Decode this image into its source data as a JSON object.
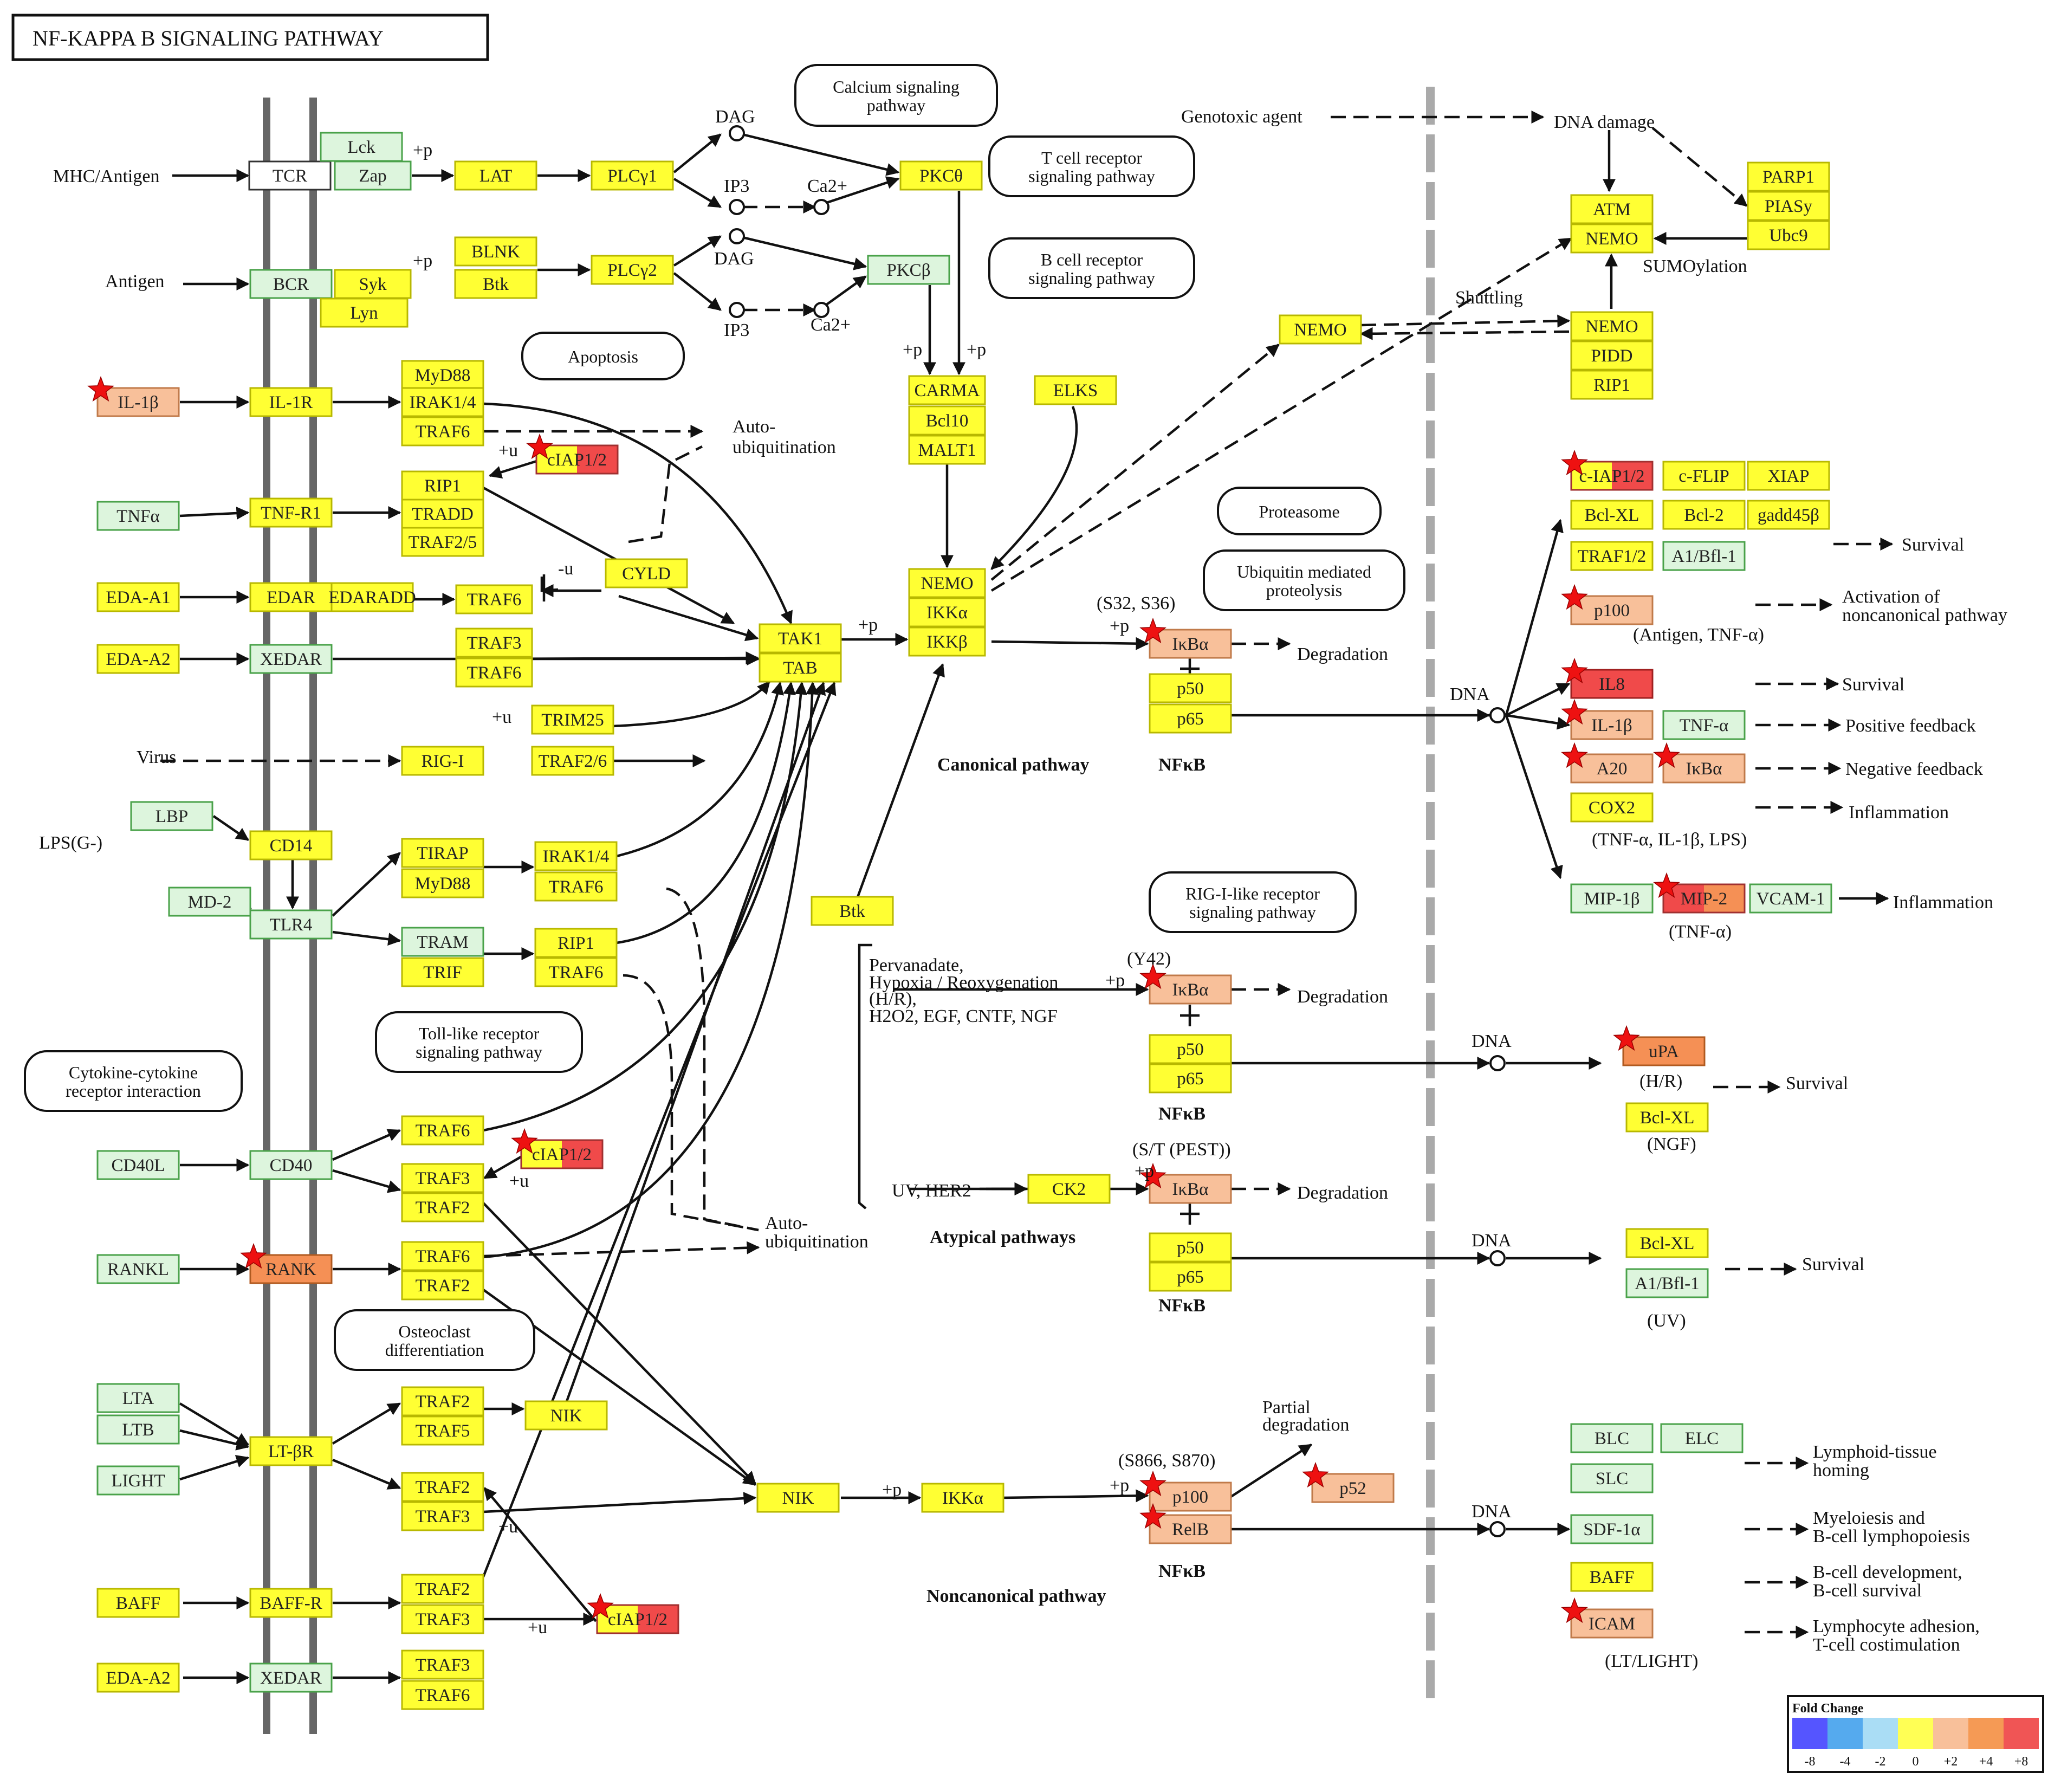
{
  "title": "NF-KAPPA B  SIGNALING PATHWAY",
  "colors": {
    "yellow": "#ffff33",
    "yellow_border": "#b8b800",
    "green": "#ddf5dd",
    "green_border": "#4aa24a",
    "light_orange": "#f8c09a",
    "orange": "#f59055",
    "red": "#f04a4a",
    "white": "#ffffff",
    "star": "#ee1111",
    "membrane": "#666666",
    "nuclear_membrane": "#aaaaaa"
  },
  "legend": {
    "title": "Fold Change",
    "ticks": [
      "-8",
      "-4",
      "-2",
      "0",
      "+2",
      "+4",
      "+8"
    ],
    "colors": [
      "#5555ff",
      "#55aaee",
      "#aaddf5",
      "#ffff55",
      "#f8c09a",
      "#f59a55",
      "#f05555"
    ]
  },
  "pathway_boxes": [
    {
      "id": "calcium",
      "lines": [
        "Calcium signaling",
        "pathway"
      ]
    },
    {
      "id": "tcr",
      "lines": [
        "T cell receptor",
        "signaling pathway"
      ]
    },
    {
      "id": "bcr",
      "lines": [
        "B cell receptor",
        "signaling pathway"
      ]
    },
    {
      "id": "apoptosis",
      "lines": [
        "Apoptosis"
      ]
    },
    {
      "id": "proteasome",
      "lines": [
        "Proteasome"
      ]
    },
    {
      "id": "ubiq",
      "lines": [
        "Ubiquitin mediated",
        "proteolysis"
      ]
    },
    {
      "id": "riglike",
      "lines": [
        "RIG-I-like receptor",
        "signaling pathway"
      ]
    },
    {
      "id": "tlr",
      "lines": [
        "Toll-like receptor",
        "signaling pathway"
      ]
    },
    {
      "id": "cytokine",
      "lines": [
        "Cytokine-cytokine",
        "receptor interaction"
      ]
    },
    {
      "id": "osteo",
      "lines": [
        "Osteoclast",
        "differentiation"
      ]
    }
  ],
  "nodes": [
    {
      "label": "TCR",
      "color": "white"
    },
    {
      "label": "Lck",
      "color": "green"
    },
    {
      "label": "Zap",
      "color": "green"
    },
    {
      "label": "LAT",
      "color": "yellow"
    },
    {
      "label": "PLCγ1",
      "color": "yellow"
    },
    {
      "label": "PKCθ",
      "color": "yellow"
    },
    {
      "label": "BCR",
      "color": "green"
    },
    {
      "label": "Syk",
      "color": "yellow"
    },
    {
      "label": "Lyn",
      "color": "yellow"
    },
    {
      "label": "BLNK",
      "color": "yellow"
    },
    {
      "label": "Btk",
      "color": "yellow"
    },
    {
      "label": "PLCγ2",
      "color": "yellow"
    },
    {
      "label": "PKCβ",
      "color": "green"
    },
    {
      "label": "IL-1β",
      "color": "light_orange",
      "star": true
    },
    {
      "label": "IL-1R",
      "color": "yellow"
    },
    {
      "label": "MyD88",
      "color": "yellow"
    },
    {
      "label": "IRAK1/4",
      "color": "yellow"
    },
    {
      "label": "TRAF6",
      "color": "yellow"
    },
    {
      "label": "cIAP1/2",
      "color": "split",
      "star": true
    },
    {
      "label": "TNFα",
      "color": "green"
    },
    {
      "label": "TNF-R1",
      "color": "yellow"
    },
    {
      "label": "RIP1",
      "color": "yellow"
    },
    {
      "label": "TRADD",
      "color": "yellow"
    },
    {
      "label": "TRAF2/5",
      "color": "yellow"
    },
    {
      "label": "EDA-A1",
      "color": "yellow"
    },
    {
      "label": "EDAR",
      "color": "yellow"
    },
    {
      "label": "EDARADD",
      "color": "yellow"
    },
    {
      "label": "TRAF6",
      "color": "yellow"
    },
    {
      "label": "CYLD",
      "color": "yellow"
    },
    {
      "label": "EDA-A2",
      "color": "yellow"
    },
    {
      "label": "XEDAR",
      "color": "green"
    },
    {
      "label": "TRAF3",
      "color": "yellow"
    },
    {
      "label": "TRAF6",
      "color": "yellow"
    },
    {
      "label": "TRIM25",
      "color": "yellow"
    },
    {
      "label": "RIG-I",
      "color": "yellow"
    },
    {
      "label": "TRAF2/6",
      "color": "yellow"
    },
    {
      "label": "LBP",
      "color": "green"
    },
    {
      "label": "CD14",
      "color": "yellow"
    },
    {
      "label": "MD-2",
      "color": "green"
    },
    {
      "label": "TLR4",
      "color": "green"
    },
    {
      "label": "TIRAP",
      "color": "yellow"
    },
    {
      "label": "MyD88",
      "color": "yellow"
    },
    {
      "label": "IRAK1/4",
      "color": "yellow"
    },
    {
      "label": "TRAF6",
      "color": "yellow"
    },
    {
      "label": "TRAM",
      "color": "green"
    },
    {
      "label": "TRIF",
      "color": "yellow"
    },
    {
      "label": "RIP1",
      "color": "yellow"
    },
    {
      "label": "TRAF6",
      "color": "yellow"
    },
    {
      "label": "CD40L",
      "color": "green"
    },
    {
      "label": "CD40",
      "color": "green"
    },
    {
      "label": "TRAF6",
      "color": "yellow"
    },
    {
      "label": "cIAP1/2",
      "color": "split",
      "star": true
    },
    {
      "label": "TRAF3",
      "color": "yellow"
    },
    {
      "label": "TRAF2",
      "color": "yellow"
    },
    {
      "label": "RANKL",
      "color": "green"
    },
    {
      "label": "RANK",
      "color": "orange",
      "star": true
    },
    {
      "label": "TRAF6",
      "color": "yellow"
    },
    {
      "label": "TRAF2",
      "color": "yellow"
    },
    {
      "label": "LTA",
      "color": "green"
    },
    {
      "label": "LTB",
      "color": "green"
    },
    {
      "label": "LIGHT",
      "color": "green"
    },
    {
      "label": "LT-βR",
      "color": "yellow"
    },
    {
      "label": "TRAF2",
      "color": "yellow"
    },
    {
      "label": "TRAF5",
      "color": "yellow"
    },
    {
      "label": "NIK",
      "color": "yellow"
    },
    {
      "label": "TRAF2",
      "color": "yellow"
    },
    {
      "label": "TRAF3",
      "color": "yellow"
    },
    {
      "label": "BAFF",
      "color": "yellow"
    },
    {
      "label": "BAFF-R",
      "color": "yellow"
    },
    {
      "label": "TRAF2",
      "color": "yellow"
    },
    {
      "label": "TRAF3",
      "color": "yellow"
    },
    {
      "label": "cIAP1/2",
      "color": "split",
      "star": true
    },
    {
      "label": "EDA-A2",
      "color": "yellow"
    },
    {
      "label": "XEDAR",
      "color": "green"
    },
    {
      "label": "TRAF3",
      "color": "yellow"
    },
    {
      "label": "TRAF6",
      "color": "yellow"
    },
    {
      "label": "CARMA",
      "color": "yellow"
    },
    {
      "label": "Bcl10",
      "color": "yellow"
    },
    {
      "label": "MALT1",
      "color": "yellow"
    },
    {
      "label": "ELKS",
      "color": "yellow"
    },
    {
      "label": "NEMO",
      "color": "yellow"
    },
    {
      "label": "IKKα",
      "color": "yellow"
    },
    {
      "label": "IKKβ",
      "color": "yellow"
    },
    {
      "label": "TAK1",
      "color": "yellow"
    },
    {
      "label": "TAB",
      "color": "yellow"
    },
    {
      "label": "Btk",
      "color": "yellow"
    },
    {
      "label": "CK2",
      "color": "yellow"
    },
    {
      "label": "NIK",
      "color": "yellow"
    },
    {
      "label": "IKKα",
      "color": "yellow"
    },
    {
      "label": "NEMO",
      "color": "yellow"
    },
    {
      "label": "IκBα",
      "color": "light_orange",
      "star": true
    },
    {
      "label": "p50",
      "color": "yellow"
    },
    {
      "label": "p65",
      "color": "yellow"
    },
    {
      "label": "IκBα",
      "color": "light_orange",
      "star": true
    },
    {
      "label": "p50",
      "color": "yellow"
    },
    {
      "label": "p65",
      "color": "yellow"
    },
    {
      "label": "IκBα",
      "color": "light_orange",
      "star": true
    },
    {
      "label": "p50",
      "color": "yellow"
    },
    {
      "label": "p65",
      "color": "yellow"
    },
    {
      "label": "p100",
      "color": "light_orange",
      "star": true
    },
    {
      "label": "RelB",
      "color": "light_orange",
      "star": true
    },
    {
      "label": "p52",
      "color": "light_orange",
      "star": true
    },
    {
      "label": "ATM",
      "color": "yellow"
    },
    {
      "label": "NEMO",
      "color": "yellow"
    },
    {
      "label": "PARP1",
      "color": "yellow"
    },
    {
      "label": "PIASy",
      "color": "yellow"
    },
    {
      "label": "Ubc9",
      "color": "yellow"
    },
    {
      "label": "NEMO",
      "color": "yellow"
    },
    {
      "label": "PIDD",
      "color": "yellow"
    },
    {
      "label": "RIP1",
      "color": "yellow"
    },
    {
      "label": "c-IAP1/2",
      "color": "split",
      "star": true
    },
    {
      "label": "c-FLIP",
      "color": "yellow"
    },
    {
      "label": "XIAP",
      "color": "yellow"
    },
    {
      "label": "Bcl-XL",
      "color": "yellow"
    },
    {
      "label": "Bcl-2",
      "color": "yellow"
    },
    {
      "label": "gadd45β",
      "color": "yellow"
    },
    {
      "label": "TRAF1/2",
      "color": "yellow"
    },
    {
      "label": "A1/Bfl-1",
      "color": "green"
    },
    {
      "label": "p100",
      "color": "light_orange",
      "star": true
    },
    {
      "label": "IL8",
      "color": "red",
      "star": true
    },
    {
      "label": "IL-1β",
      "color": "light_orange",
      "star": true
    },
    {
      "label": "TNF-α",
      "color": "green"
    },
    {
      "label": "A20",
      "color": "light_orange",
      "star": true
    },
    {
      "label": "IκBα",
      "color": "light_orange",
      "star": true
    },
    {
      "label": "COX2",
      "color": "yellow"
    },
    {
      "label": "MIP-1β",
      "color": "green"
    },
    {
      "label": "MIP-2",
      "color": "split2",
      "star": true
    },
    {
      "label": "VCAM-1",
      "color": "green"
    },
    {
      "label": "uPA",
      "color": "orange",
      "star": true
    },
    {
      "label": "Bcl-XL",
      "color": "yellow"
    },
    {
      "label": "Bcl-XL",
      "color": "yellow"
    },
    {
      "label": "A1/Bfl-1",
      "color": "green"
    },
    {
      "label": "BLC",
      "color": "green"
    },
    {
      "label": "ELC",
      "color": "green"
    },
    {
      "label": "SLC",
      "color": "green"
    },
    {
      "label": "SDF-1α",
      "color": "green"
    },
    {
      "label": "BAFF",
      "color": "yellow"
    },
    {
      "label": "ICAM",
      "color": "light_orange",
      "star": true
    }
  ],
  "labels": [
    "MHC/Antigen",
    "Antigen",
    "+p",
    "+p",
    "DAG",
    "IP3",
    "Ca2+",
    "DAG",
    "IP3",
    "Ca2+",
    "Auto-",
    "ubiquitination",
    "+u",
    "-u",
    "+u",
    "Virus",
    "LPS(G-)",
    "+p",
    "+p",
    "+p",
    "Genotoxic agent",
    "DNA damage",
    "SUMOylation",
    "Shuttling",
    "Canonical pathway",
    "NFκB",
    "(S32, S36)",
    "+p",
    "Degradation",
    "DNA",
    "(Y42)",
    "+p",
    "Degradation",
    "NFκB",
    "Pervanadate,",
    "Hypoxia / Reoxygenation",
    "(H/R),",
    "H2O2, EGF, CNTF, NGF",
    "(S/T (PEST))",
    "+p",
    "Degradation",
    "NFκB",
    "UV, HER2",
    "Atypical pathways",
    "Auto-",
    "ubiquitination",
    "+u",
    "+u",
    "+u",
    "+p",
    "(S866, S870)",
    "+p",
    "NFκB",
    "Partial",
    "degradation",
    "Noncanonical pathway",
    "Survival",
    "Activation of",
    "noncanonical pathway",
    "(Antigen, TNF-α)",
    "Survival",
    "Positive feedback",
    "Negative feedback",
    "Inflammation",
    "(TNF-α, IL-1β, LPS)",
    "Inflammation",
    "(TNF-α)",
    "DNA",
    "(H/R)",
    "Survival",
    "(NGF)",
    "DNA",
    "Survival",
    "(UV)",
    "DNA",
    "Lymphoid-tissue",
    "homing",
    "Myeloiesis and",
    "B-cell lymphopoiesis",
    "B-cell development,",
    "B-cell survival",
    "Lymphocyte adhesion,",
    "T-cell costimulation",
    "(LT/LIGHT)"
  ]
}
